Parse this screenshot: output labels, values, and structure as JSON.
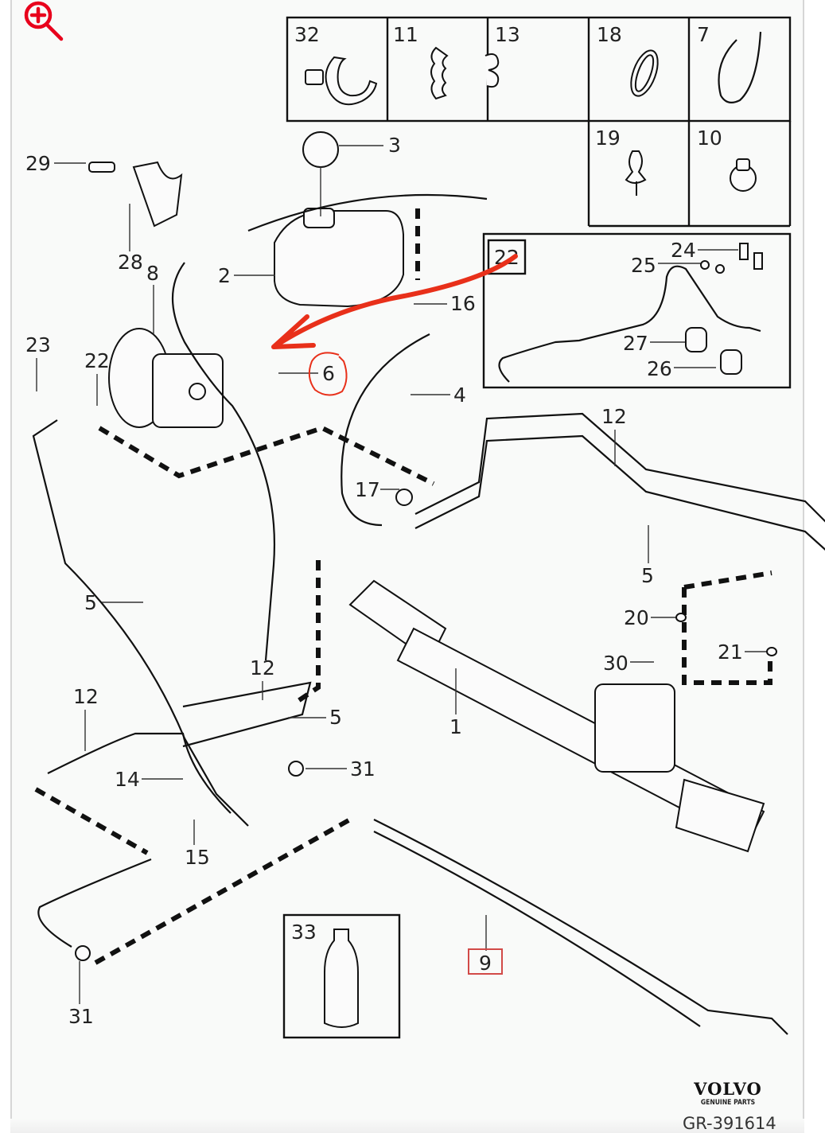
{
  "diagram": {
    "title": "Power steering system parts diagram",
    "brand": "VOLVO",
    "brand_subtitle": "GENUINE PARTS",
    "diagram_code": "GR-391614",
    "zoom_control": {
      "icon": "zoom-in-icon",
      "color": "#e8001c"
    },
    "annotations": {
      "highlight_color": "#e8301a",
      "circled_label": "6",
      "boxed_label": "9",
      "arrow": "from inset 22 toward hose 6"
    },
    "inset_grid": [
      {
        "id": "32",
        "part": "clip-with-bracket"
      },
      {
        "id": "11",
        "part": "multi-clip"
      },
      {
        "id": "13",
        "part": "spring-clip"
      },
      {
        "id": "18",
        "part": "o-ring"
      },
      {
        "id": "7",
        "part": "cable-tie"
      },
      {
        "id": "19",
        "part": "push-clip"
      },
      {
        "id": "10",
        "part": "hose-clamp"
      }
    ],
    "inset_22": {
      "id": "22",
      "labels": [
        "24",
        "25",
        "27",
        "26"
      ]
    },
    "inset_33": {
      "id": "33",
      "part": "fluid-bottle"
    },
    "callouts": [
      "3",
      "29",
      "28",
      "8",
      "2",
      "16",
      "23",
      "22",
      "6",
      "4",
      "17",
      "12",
      "5",
      "20",
      "21",
      "30",
      "1",
      "12",
      "5",
      "12",
      "5",
      "14",
      "31",
      "15",
      "31",
      "9"
    ]
  }
}
